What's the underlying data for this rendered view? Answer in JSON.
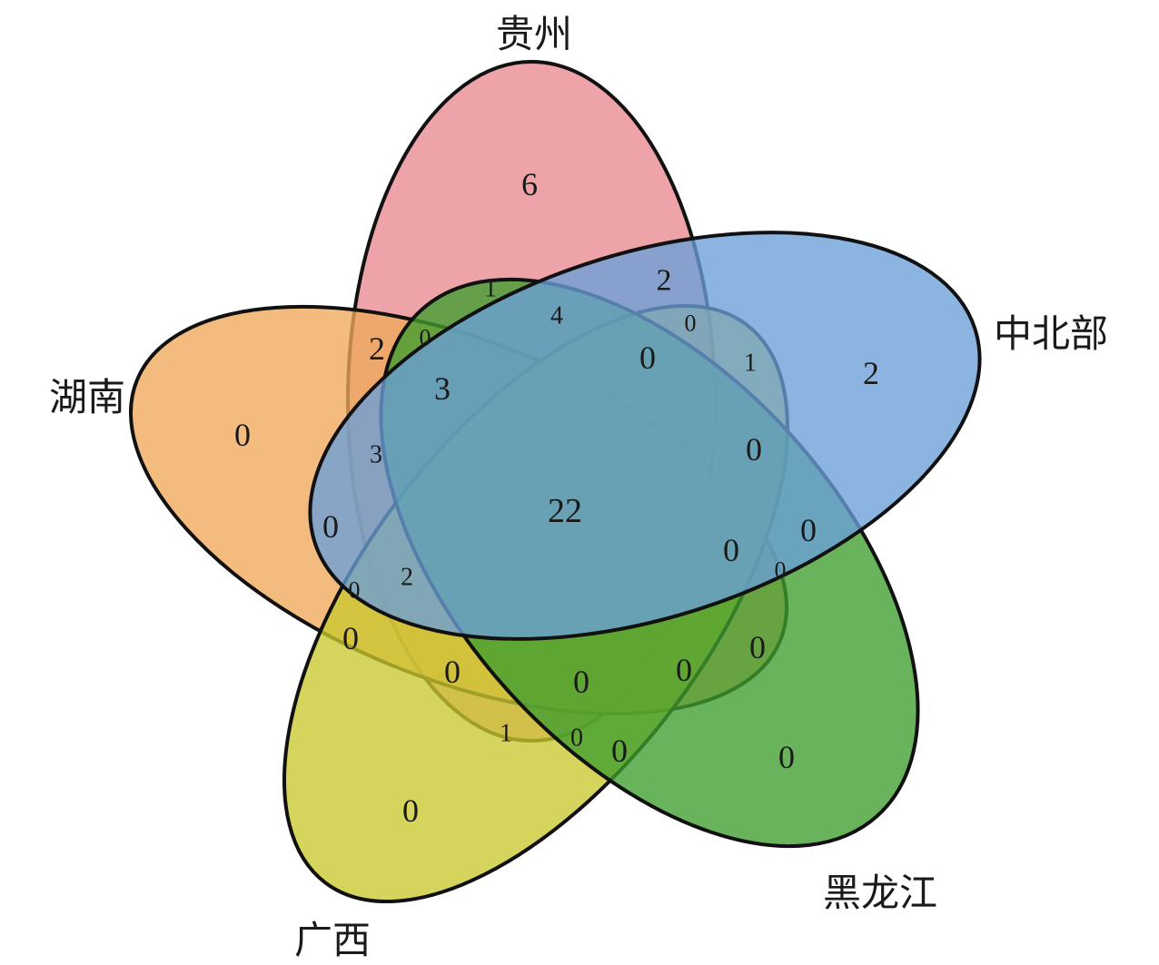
{
  "sets": {
    "guizhou": {
      "name": "贵州",
      "color": "#e8898f"
    },
    "zhongbeibu": {
      "name": "中北部",
      "color": "#6a9fd8"
    },
    "heilongjiang": {
      "name": "黑龙江",
      "color": "#3f9e2f"
    },
    "guangxi": {
      "name": "广西",
      "color": "#c9c82e"
    },
    "hunan": {
      "name": "湖南",
      "color": "#efa95a"
    }
  },
  "counts": {
    "guizhou_only": "6",
    "zhongbeibu_only": "2",
    "heilongjiang_only": "0",
    "guangxi_only": "0",
    "hunan_only": "0",
    "core_all": "22",
    "r_1a": "1",
    "r_2a": "2",
    "r_4": "4",
    "r_0a": "0",
    "r_1b": "1",
    "r_0b": "0",
    "r_2b": "2",
    "r_0c": "0",
    "r_3a": "3",
    "r_3b": "3",
    "r_0d": "0",
    "r_0e": "0",
    "r_0f": "0",
    "r_0g": "0",
    "r_0h": "0",
    "r_2c": "2",
    "r_0i": "0",
    "r_0j": "0",
    "r_0k": "0",
    "r_0l": "0",
    "r_0m": "0",
    "r_0n": "0",
    "r_1c": "1",
    "r_0o": "0",
    "r_0p": "0"
  }
}
